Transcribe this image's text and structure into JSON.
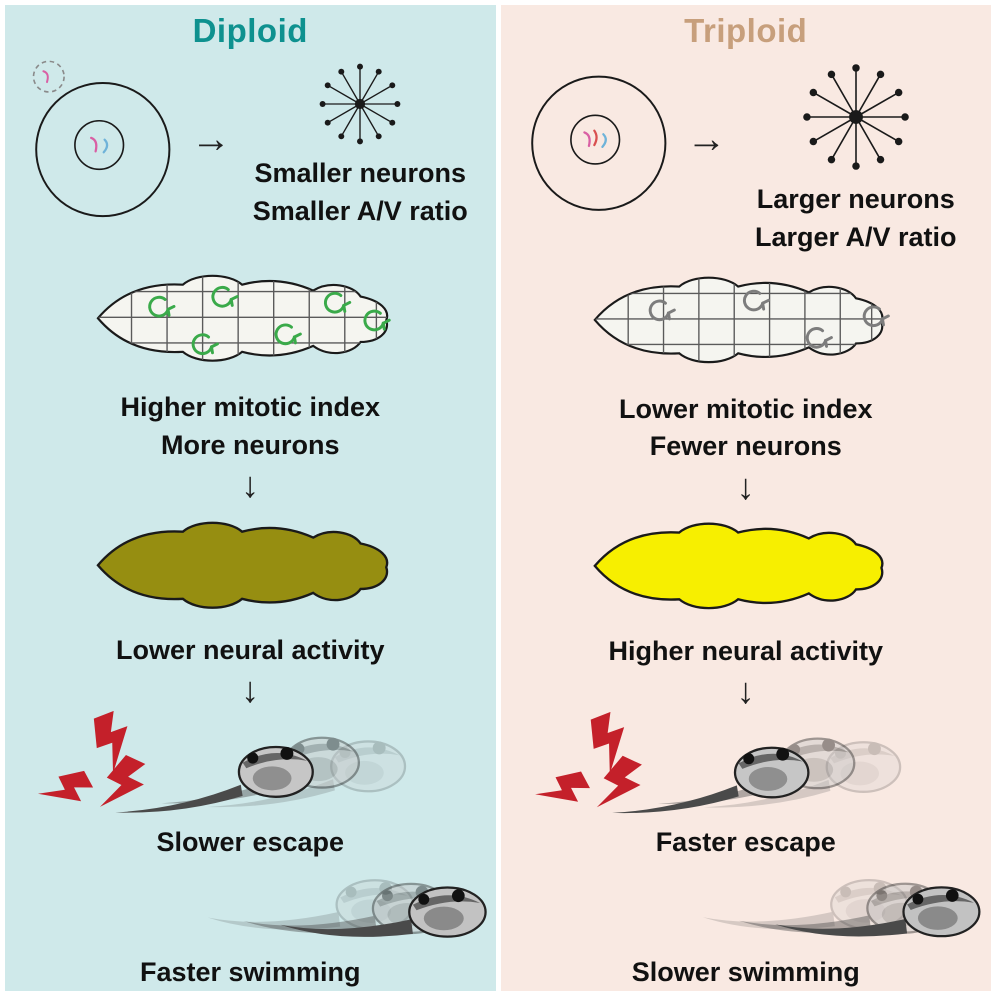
{
  "figure": {
    "icons": {
      "arrow_right": "→",
      "arrow_down": "↓"
    },
    "colors": {
      "lightning": "#c4202a",
      "frame_background": "#ffffff"
    },
    "columns": [
      {
        "title": "Diploid",
        "colors": {
          "background": "#cfe9ea",
          "title": "#0e918f",
          "tadpole_fill": "#968e11",
          "mitosis_marker": "#3aaa4a"
        },
        "captions": {
          "neuron_size": "Smaller neurons",
          "av_ratio": "Smaller A/V ratio",
          "mitotic_index": "Higher mitotic index",
          "neuron_count": "More neurons",
          "neural_activity": "Lower neural activity",
          "escape": "Slower escape",
          "swimming": "Faster swimming"
        }
      },
      {
        "title": "Triploid",
        "colors": {
          "background": "#f9e9e2",
          "title": "#c79f7c",
          "tadpole_fill": "#f7ef00",
          "mitosis_marker": "#7d7d7d"
        },
        "captions": {
          "neuron_size": "Larger neurons",
          "av_ratio": "Larger A/V ratio",
          "mitotic_index": "Lower mitotic index",
          "neuron_count": "Fewer neurons",
          "neural_activity": "Higher neural activity",
          "escape": "Faster escape",
          "swimming": "Slower swimming"
        }
      }
    ]
  }
}
